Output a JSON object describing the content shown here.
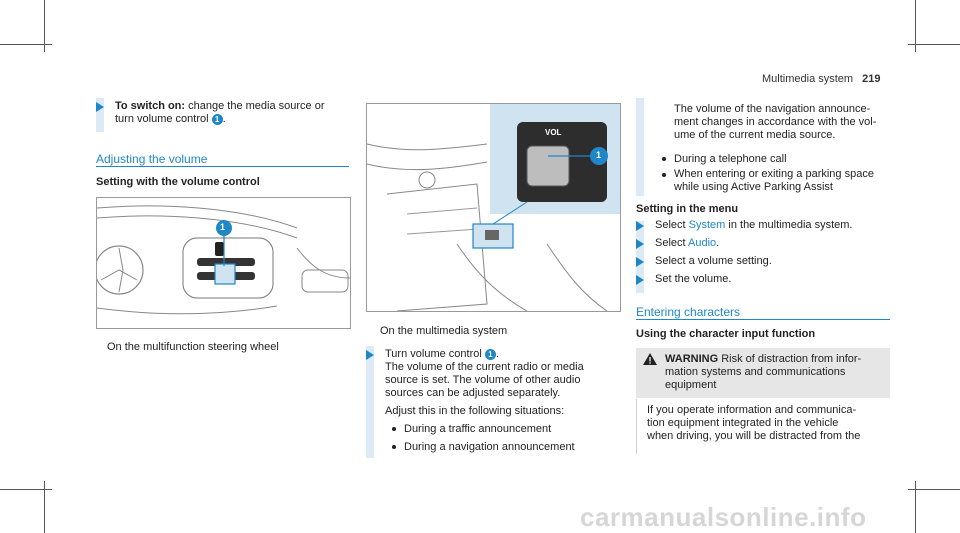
{
  "header": {
    "section": "Multimedia system",
    "page": "219"
  },
  "col1": {
    "switch_on_label": "To switch on:",
    "switch_on_text_1": "change the media source or",
    "switch_on_text_2": "turn volume control",
    "section_title": "Adjusting the volume",
    "subheading": "Setting with the volume control",
    "caption": "On the multifunction steering wheel"
  },
  "col2": {
    "caption": "On the multimedia system",
    "step_text": "Turn volume control",
    "para_lines": [
      "The volume of the current radio or media",
      "source is set. The volume of other audio",
      "sources can be adjusted separately."
    ],
    "adjust_text": "Adjust this in the following situations:",
    "bullets": [
      "During a traffic announcement",
      "During a navigation announcement"
    ]
  },
  "col3": {
    "cont_lines": [
      "The volume of the navigation announce-",
      "ment changes in accordance with the vol-",
      "ume of the current media source."
    ],
    "bullet1": "During a telephone call",
    "bullet2_lines": [
      "When entering or exiting a parking space",
      "while using Active Parking Assist"
    ],
    "menu_heading": "Setting in the menu",
    "step1_pre": "Select",
    "step1_link": "System",
    "step1_post": "in the multimedia system.",
    "step2_pre": "Select",
    "step2_link": "Audio",
    "step2_post": ".",
    "step3": "Select a volume setting.",
    "step4": "Set the volume.",
    "section_title": "Entering characters",
    "subheading": "Using the character input function",
    "warning_label": "WARNING",
    "warning_lines": [
      "Risk of distraction from infor-",
      "mation systems and communications",
      "equipment"
    ],
    "warning_body": [
      "If you operate information and communica-",
      "tion equipment integrated in the vehicle",
      "when driving, you will be distracted from the"
    ]
  },
  "figure_labels": {
    "badge": "1",
    "vol": "VOL"
  },
  "watermark": "carmanualsonline.info",
  "colors": {
    "accent": "#1f86c8",
    "warning_bg": "#e6e6e6",
    "figure_highlight": "#cfe3f1"
  }
}
